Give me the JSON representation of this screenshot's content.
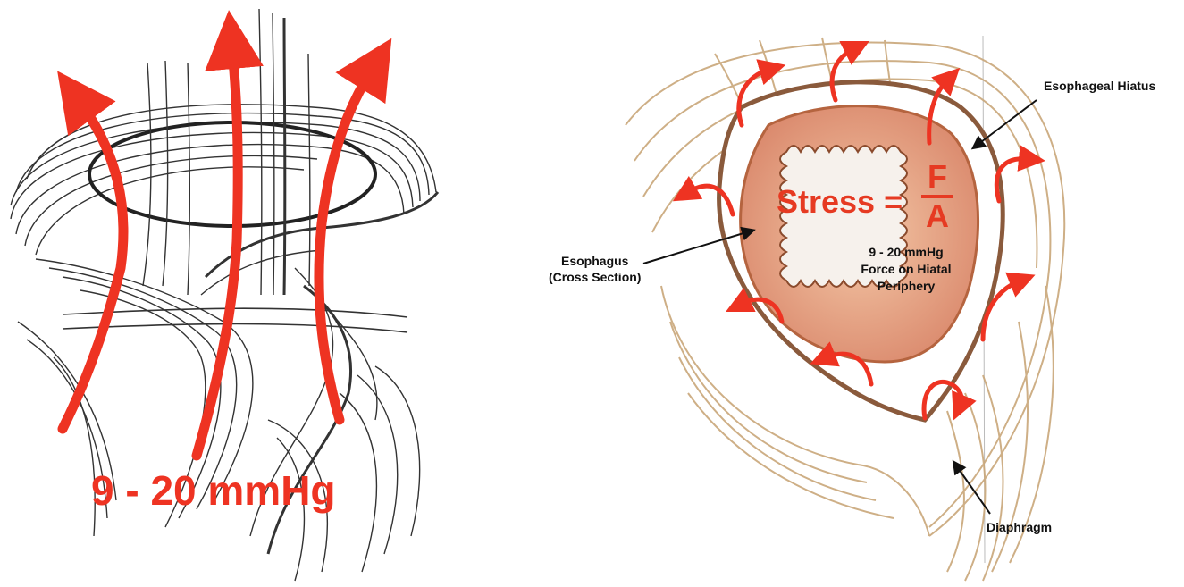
{
  "left_panel": {
    "pressure_label": "9 - 20 mmHg"
  },
  "right_panel": {
    "formula": {
      "prefix": "Stress =",
      "numerator": "F",
      "denominator": "A"
    },
    "center_note": {
      "line1": "9 - 20 mmHg",
      "line2": "Force on Hiatal",
      "line3": "Periphery"
    },
    "labels": {
      "esophageal_hiatus": "Esophageal Hiatus",
      "esophagus_line1": "Esophagus",
      "esophagus_line2": "(Cross Section)",
      "diaphragm": "Diaphragm"
    }
  },
  "colors": {
    "arrow_red": "#ee3322",
    "muscle_tan": "#c9a77a",
    "esophagus_wall": "#d9866a",
    "ink": "#222222"
  }
}
